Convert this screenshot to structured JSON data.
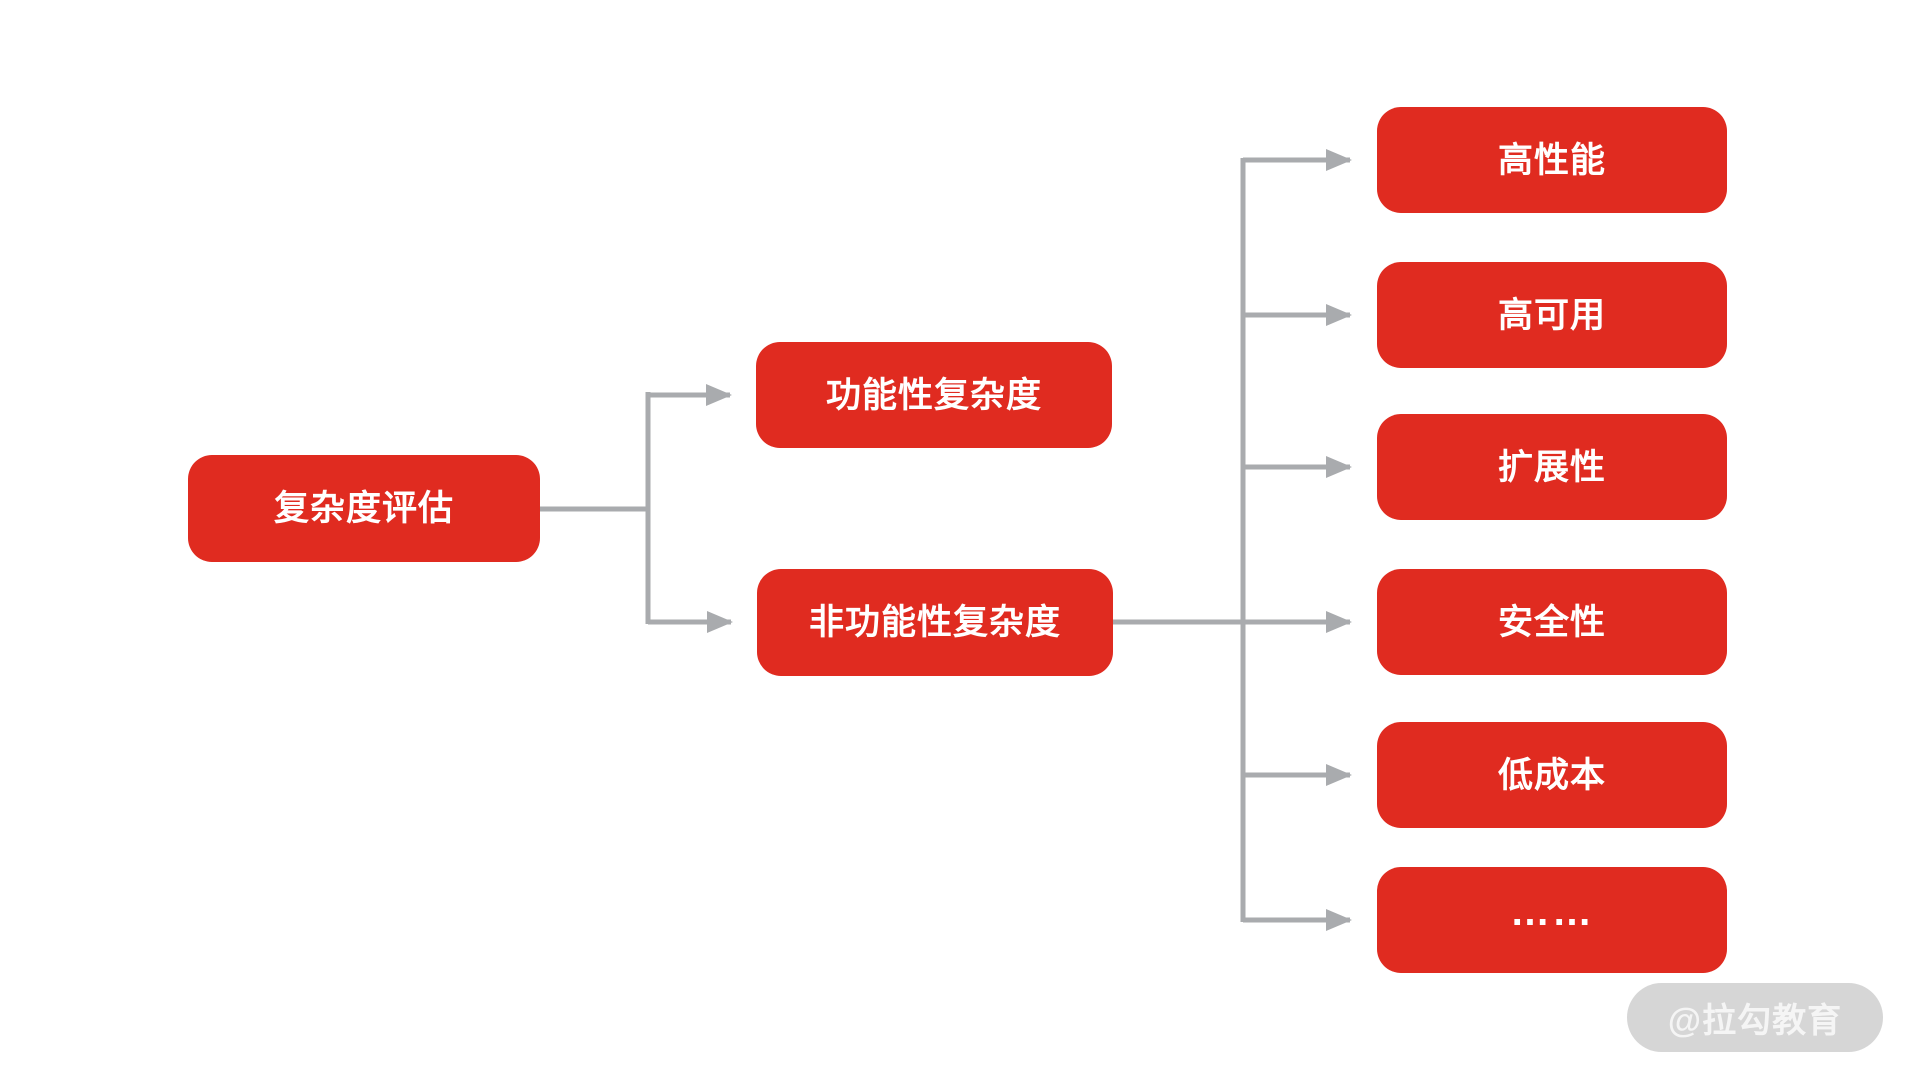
{
  "diagram": {
    "title_hint": "complexity-assessment-tree",
    "root": {
      "label": "复杂度评估"
    },
    "branches": [
      {
        "label": "功能性复杂度",
        "children": []
      },
      {
        "label": "非功能性复杂度",
        "children": [
          {
            "label": "高性能"
          },
          {
            "label": "高可用"
          },
          {
            "label": "扩展性"
          },
          {
            "label": "安全性"
          },
          {
            "label": "低成本"
          },
          {
            "label": "……"
          }
        ]
      }
    ]
  },
  "colors": {
    "node_fill": "#e02b20",
    "node_text": "#ffffff",
    "connector": "#a9abae",
    "watermark_bg": "#d6d6d6",
    "watermark_text": "#f5f5f5",
    "background": "#ffffff"
  },
  "watermark": {
    "label": "@拉勾教育"
  }
}
